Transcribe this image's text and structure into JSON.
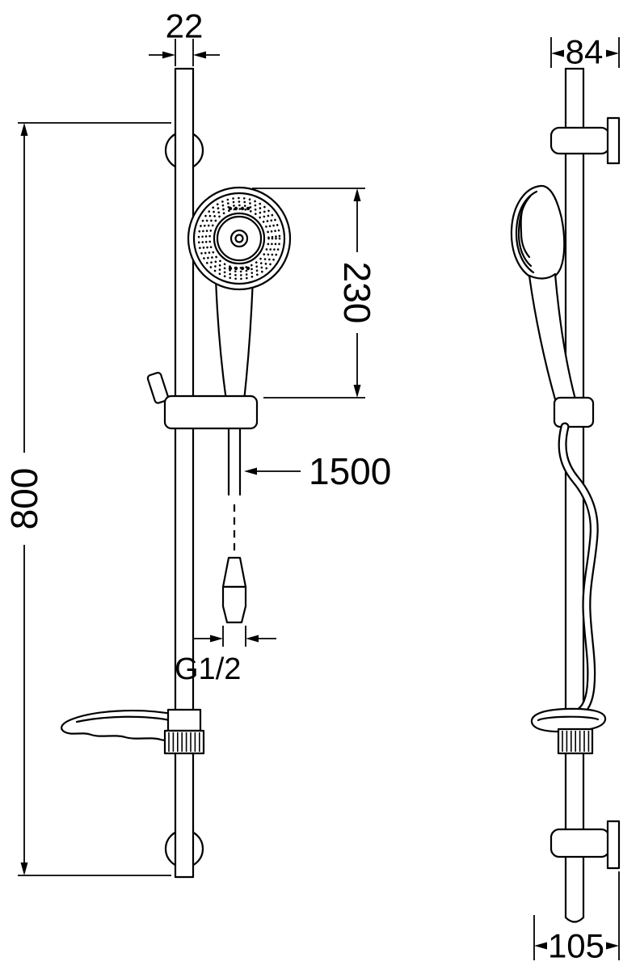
{
  "diagram": {
    "kind": "shower-set-technical-drawing",
    "colors": {
      "line": "#000000",
      "background": "#ffffff"
    },
    "dimensions": {
      "rail_width": "22",
      "bracket_depth": "84",
      "handset_length": "230",
      "hose_length": "1500",
      "rail_length": "800",
      "thread_size": "G1/2",
      "wall_offset": "105"
    }
  }
}
